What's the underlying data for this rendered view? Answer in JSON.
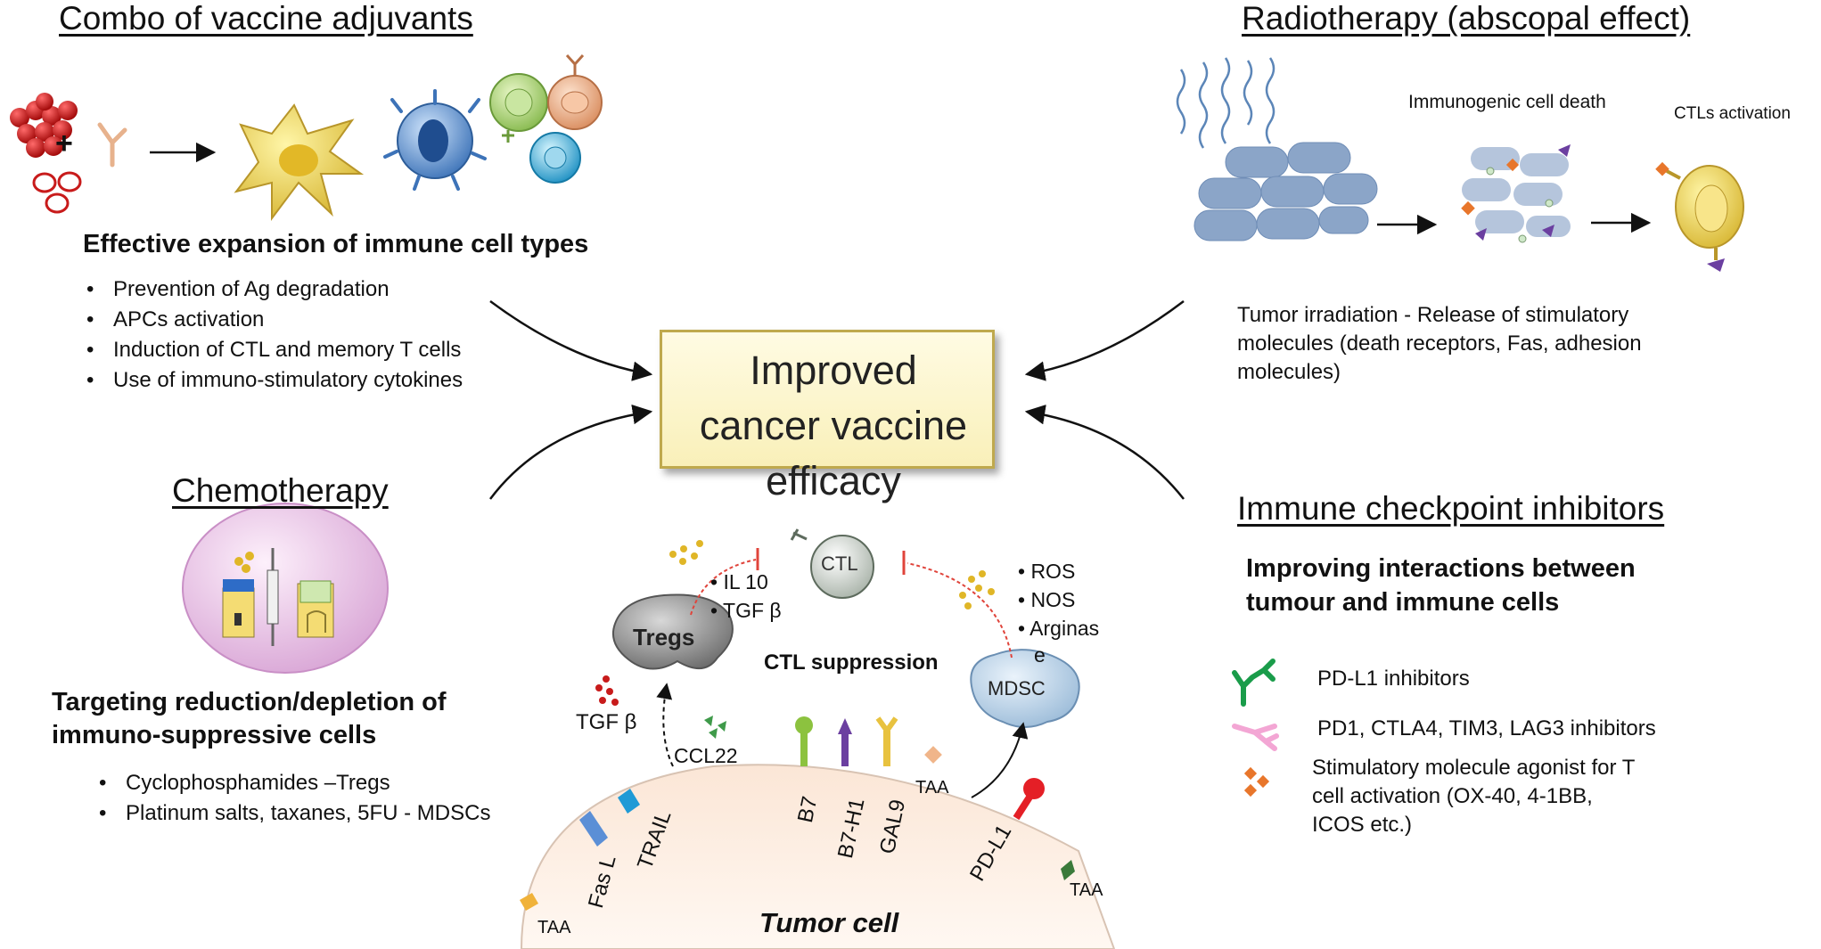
{
  "top_left": {
    "title": "Combo of vaccine adjuvants",
    "plus": "+",
    "heading": "Effective expansion of immune cell types",
    "bullets": [
      "Prevention of Ag degradation",
      "APCs activation",
      "Induction of CTL and memory T cells",
      "Use of immuno-stimulatory cytokines"
    ]
  },
  "top_right": {
    "title": "Radiotherapy (abscopal effect)",
    "label_icd": "Immunogenic  cell death",
    "label_ctl": "CTLs activation",
    "desc": [
      "Tumor irradiation - Release of stimulatory",
      "molecules (death receptors, Fas,  adhesion",
      "molecules)"
    ]
  },
  "center": {
    "lines": [
      "Improved",
      "cancer vaccine",
      "efficacy"
    ]
  },
  "bottom_left": {
    "title": "Chemotherapy",
    "heading": [
      "Targeting reduction/depletion of",
      "immuno-suppressive cells"
    ],
    "bullets": [
      "Cyclophosphamides –Tregs",
      "Platinum salts, taxanes, 5FU - MDSCs"
    ]
  },
  "bottom_right": {
    "title": "Immune checkpoint inhibitors",
    "heading": [
      "Improving interactions between",
      "tumour and immune cells"
    ],
    "legend": {
      "pdl1": "PD-L1 inhibitors",
      "pd1": "PD1, CTLA4, TIM3, LAG3 inhibitors",
      "agonist": [
        "Stimulatory molecule agonist for T",
        "cell activation (OX-40, 4-1BB,",
        "ICOS etc.)"
      ]
    }
  },
  "tumor": {
    "ctl": "CTL",
    "tregs": "Tregs",
    "mdsc": "MDSC",
    "il10": "• IL 10",
    "tgf_b_bullet": "• TGF β",
    "ros": "• ROS",
    "nos": "• NOS",
    "arginase_1": "• Arginas",
    "arginase_2": "e",
    "suppression": "CTL suppression",
    "tgf_b": "TGF  β",
    "ccl22": "CCL22",
    "b7": "B7",
    "b7h1": "B7-H1",
    "gal9": "GAL9",
    "taa": "TAA",
    "pdl1": "PD-L1",
    "fasl": "Fas L",
    "trail": "TRAIL",
    "tumor_cell": "Tumor cell"
  },
  "colors": {
    "box_fill": "#fcf4c9",
    "box_border": "#bfa94e",
    "tumor_fill": "#fbeee4",
    "tregs": "#8f8f8f",
    "mdsc": "#b7d0e6",
    "inhibit_red": "#e0443b",
    "pdl1_green": "#1a9c4a",
    "pd1_pink": "#f3a6d4",
    "agonist_orange": "#e8762b",
    "radiation_blue": "#5c86b8",
    "tumor_tissue": "#7f98bd"
  }
}
